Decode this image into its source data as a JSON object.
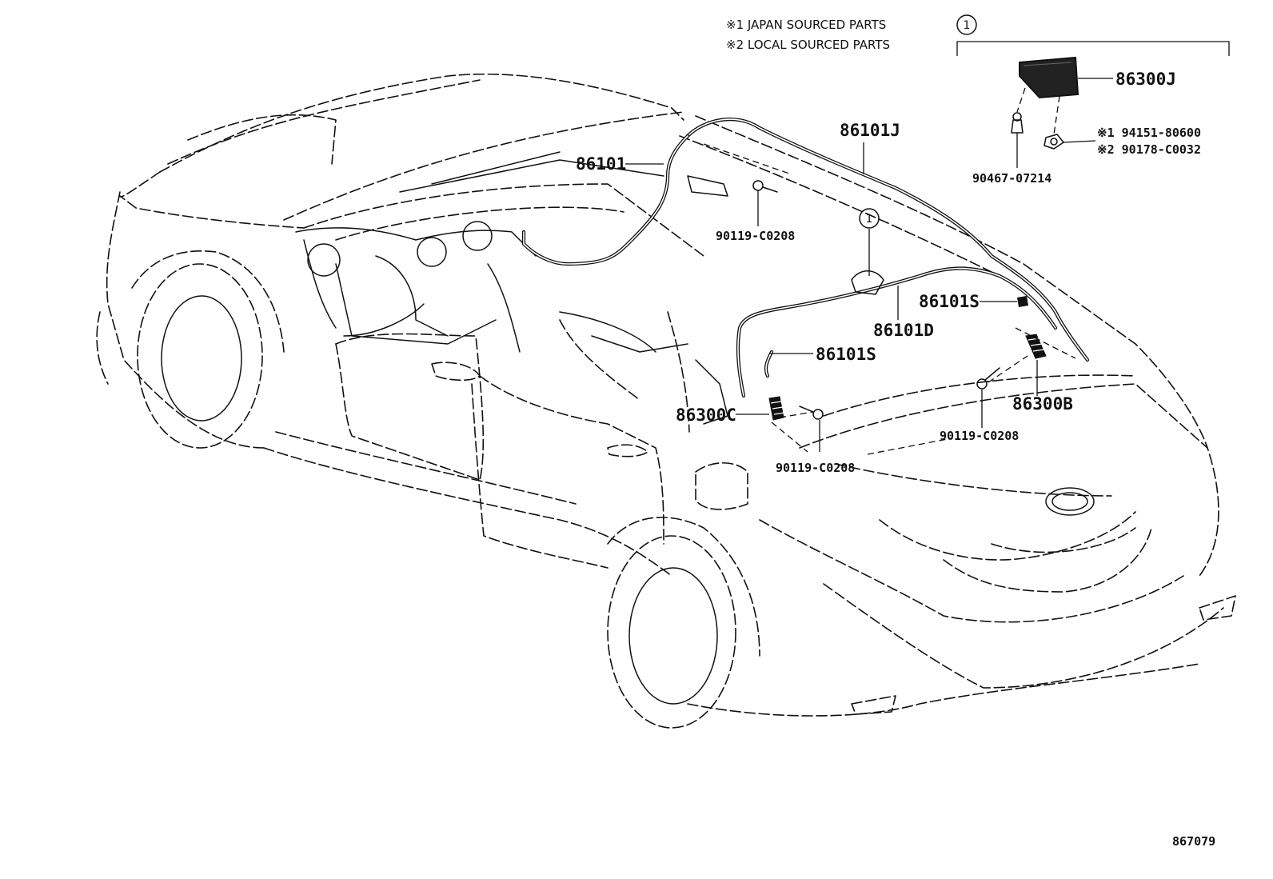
{
  "notes": {
    "japan": "※1 JAPAN SOURCED PARTS",
    "local": "※2 LOCAL SOURCED PARTS"
  },
  "callout_marker": "1",
  "parts": {
    "p86300J": "86300J",
    "p86101J": "86101J",
    "p86101": "86101",
    "p90119_top": "90119-C0208",
    "p94151": "※1 94151-80600",
    "p90178": "※2 90178-C0032",
    "p90467": "90467-07214",
    "p86101S_right": "86101S",
    "p86101D": "86101D",
    "p86101S_left": "86101S",
    "p86300B": "86300B",
    "p86300C": "86300C",
    "p90119_mid": "90119-C0208",
    "p90119_bot": "90119-C0208"
  },
  "figure_number": "867079"
}
